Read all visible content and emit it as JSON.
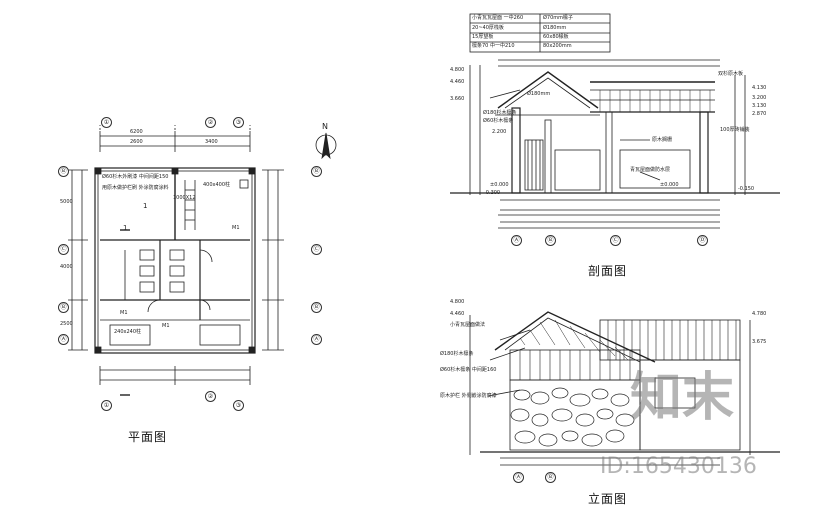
{
  "captions": {
    "plan": "平面图",
    "section": "剖面图",
    "elevation": "立面图"
  },
  "north_label": "N",
  "watermark": {
    "brand": "知末",
    "id": "ID:165430136"
  },
  "plan": {
    "dims_top": [
      "6200",
      "2600",
      "3400"
    ],
    "dims_left": [
      "5000",
      "4000",
      "2500"
    ],
    "axis_top": [
      "①",
      "②",
      "③"
    ],
    "axis_side": [
      "Ⓑ",
      "Ⓒ",
      "Ⓑ",
      "Ⓐ"
    ],
    "notes": [
      "Ø60杉木外刷漆 中间间距150",
      "用原木做护栏刷 外涂防腐涂料",
      "400x400柱",
      "1000X12"
    ],
    "marks": [
      "1",
      "1",
      "M1",
      "M1",
      "M1"
    ],
    "room_note": "240x240柱"
  },
  "section": {
    "legend": [
      "小青瓦瓦屋面 一中260",
      "20~40厚栈板",
      "15厚望板",
      "檩条70 中一中210",
      "Ø70mm椽子",
      "Ø180mm",
      "60x80椽板",
      "80x200mm"
    ],
    "levels_left": [
      "4.800",
      "4.460",
      "3.660",
      "2.200",
      "±0.000",
      "-0.300"
    ],
    "levels_right": [
      "4.130",
      "3.200",
      "3.130",
      "2.870",
      "±0.000",
      "-0.150"
    ],
    "notes": [
      "Ø180mm",
      "Ø180杉木檩条",
      "Ø60杉木檩条",
      "原木搁栅",
      "100厚砖铺装",
      "双杉原木板",
      "青瓦屋面做防水层"
    ],
    "axis": [
      "Ⓐ",
      "Ⓑ",
      "Ⓒ",
      "Ⓓ"
    ]
  },
  "elevation": {
    "levels": [
      "4.800",
      "4.460",
      "4.780",
      "3.675"
    ],
    "notes": [
      "小青瓦屋面做法",
      "Ø180杉木檩条",
      "Ø60杉木檩条 中间距160",
      "原木护栏 外侧嵌涂防腐漆"
    ],
    "axis": [
      "Ⓐ",
      "Ⓑ"
    ]
  }
}
